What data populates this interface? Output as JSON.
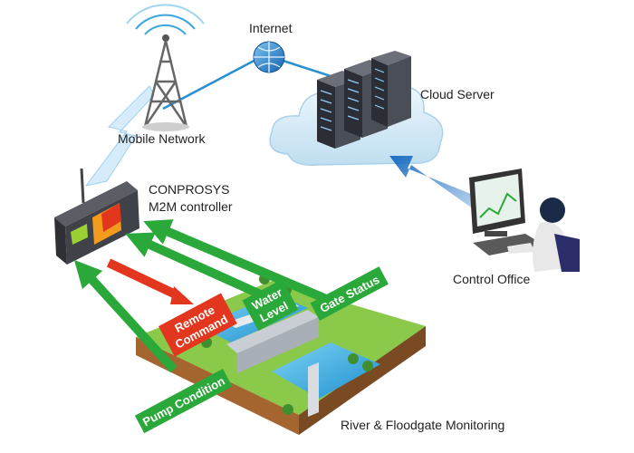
{
  "nodes": {
    "internet": "Internet",
    "cloud_server": "Cloud Server",
    "mobile_network": "Mobile Network",
    "controller_line1": "CONPROSYS",
    "controller_line2": "M2M controller",
    "control_office": "Control Office",
    "site": "River & Floodgate Monitoring"
  },
  "signals": {
    "remote_command_line1": "Remote",
    "remote_command_line2": "Command",
    "water_level_line1": "Water",
    "water_level_line2": "Level",
    "gate_status": "Gate Status",
    "pump_condition": "Pump Condition"
  },
  "colors": {
    "network_line": "#2a8fd0",
    "signal_green": "#2aa83a",
    "command_red": "#e2361e",
    "cloud": "#d8ecf7",
    "office_arrow": "#1e6fc2"
  }
}
